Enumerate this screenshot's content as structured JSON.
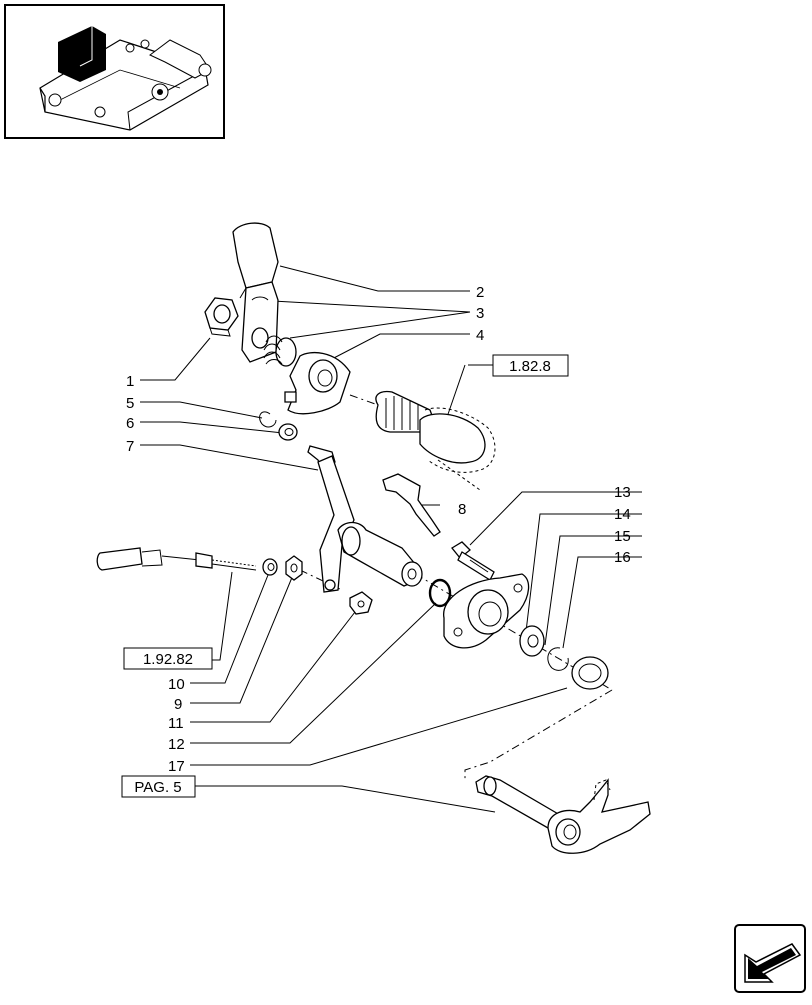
{
  "callouts": [
    "1",
    "2",
    "3",
    "4",
    "5",
    "6",
    "7",
    "8",
    "9",
    "10",
    "11",
    "12",
    "13",
    "14",
    "15",
    "16",
    "17"
  ],
  "refs": {
    "r1": "1.82.8",
    "r2": "1.92.82",
    "r3": "PAG. 5"
  },
  "icons": {
    "thumbnail": "tractor-hydraulic-lift-thumbnail-icon",
    "nav": "return-arrow-icon"
  }
}
